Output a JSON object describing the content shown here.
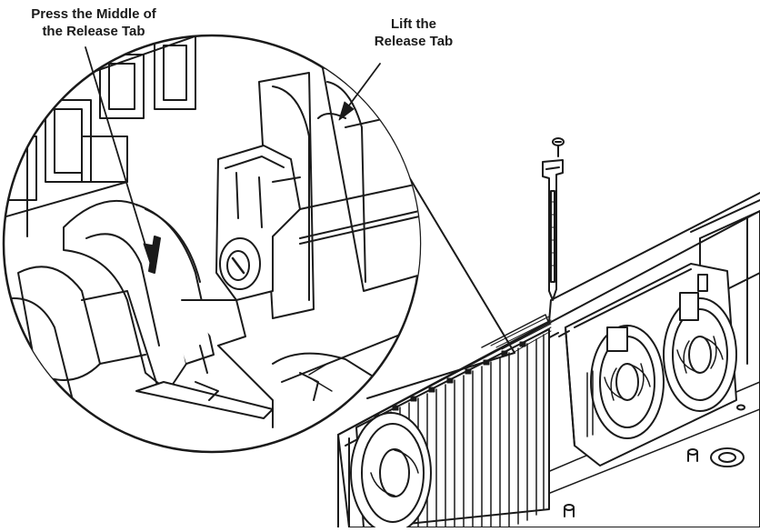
{
  "callouts": {
    "press_release_tab": {
      "line1": "Press the Middle of",
      "line2": "the Release Tab"
    },
    "lift_release_tab": {
      "line1": "Lift the",
      "line2": "Release Tab"
    }
  },
  "colors": {
    "line": "#1a1a1a",
    "fill": "#ffffff"
  }
}
